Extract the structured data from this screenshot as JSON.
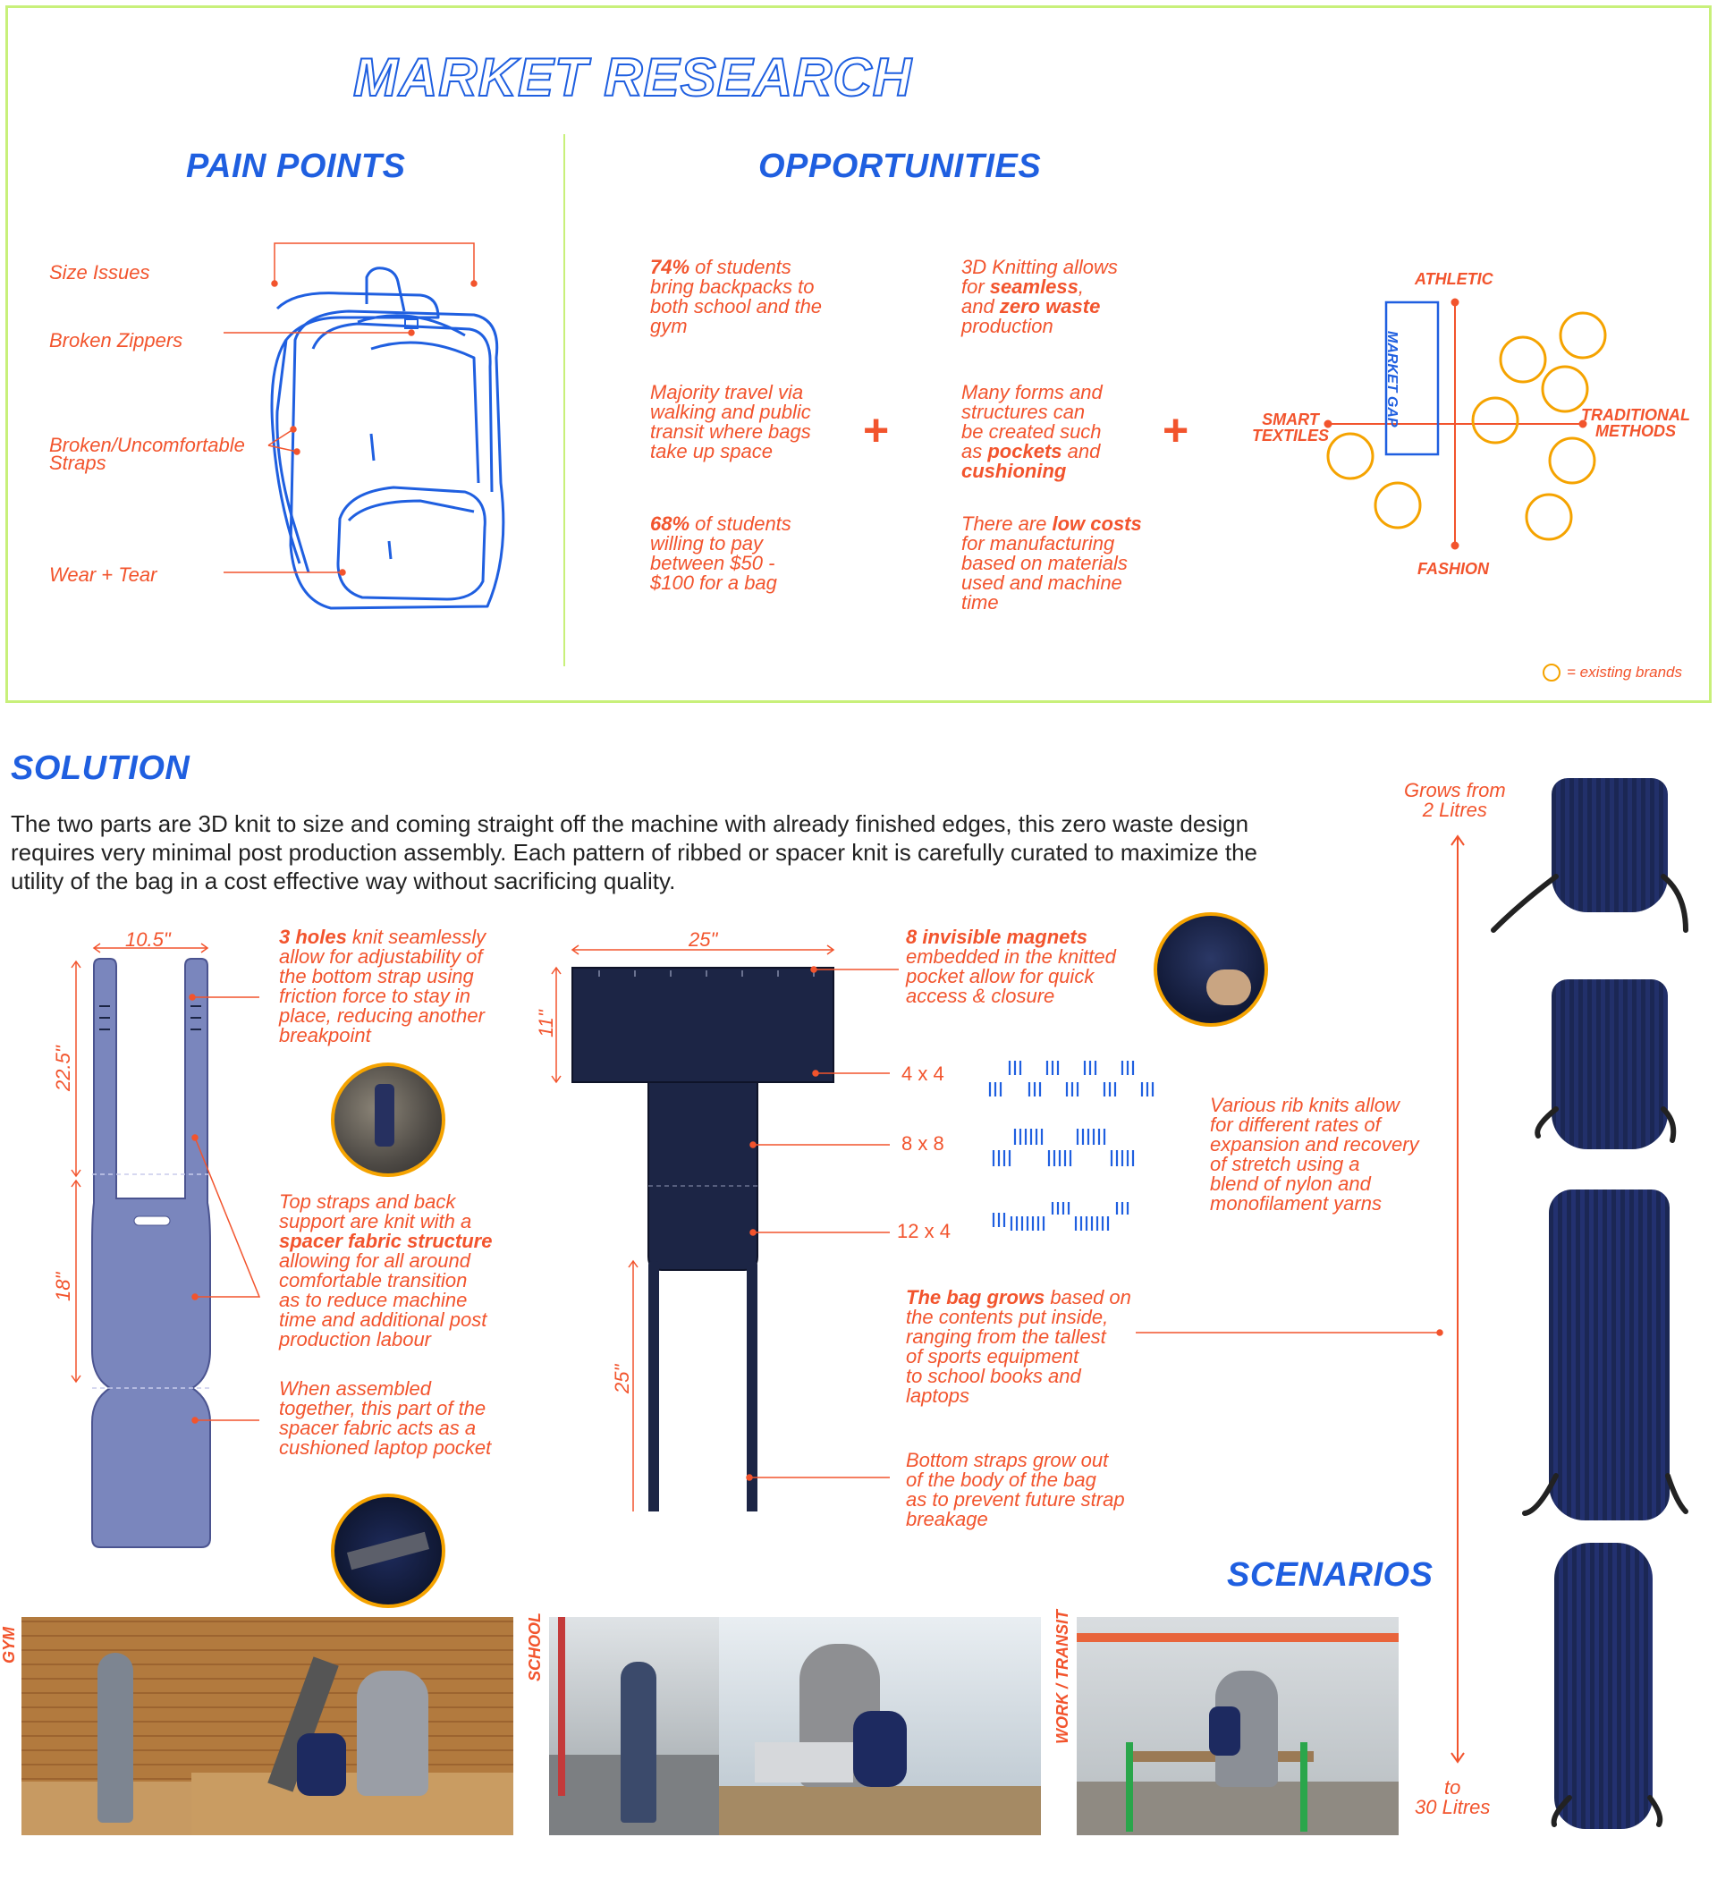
{
  "market_research": {
    "title": "MARKET RESEARCH",
    "pain_points": {
      "heading": "PAIN POINTS",
      "items": [
        "Size Issues",
        "Broken Zippers",
        "Broken/Uncomfortable",
        "Straps",
        "Wear + Tear"
      ]
    },
    "opportunities": {
      "heading": "OPPORTUNITIES",
      "col1": [
        {
          "strong": "74%",
          "rest": " of students",
          "l2": "bring backpacks to",
          "l3": "both school and the",
          "l4": "gym"
        },
        {
          "l1": "Majority travel via",
          "l2": "walking and public",
          "l3": "transit where bags",
          "l4": "take up space"
        },
        {
          "strong": "68%",
          "rest": " of students",
          "l2": "willing to pay",
          "l3": "between $50 -",
          "l4": "$100 for a bag"
        }
      ],
      "col2": [
        {
          "l1": "3D Knitting allows",
          "l2a": "for ",
          "l2b": "seamless",
          "l2c": ",",
          "l3a": "and ",
          "l3b": "zero waste",
          "l4": "production"
        },
        {
          "l1": "Many forms and",
          "l2": "structures can",
          "l3": "be created such",
          "l4a": "as ",
          "l4b": "pockets",
          "l4c": " and",
          "l5": "cushioning"
        },
        {
          "l1a": "There are ",
          "l1b": "low costs",
          "l2": "for manufacturing",
          "l3": "based on materials",
          "l4": "used and machine",
          "l5": "time"
        }
      ],
      "plus": "+"
    },
    "matrix": {
      "top": "ATHLETIC",
      "bottom": "FASHION",
      "left1": "SMART",
      "left2": "TEXTILES",
      "right1": "TRADITIONAL",
      "right2": "METHODS",
      "gap": "MARKET GAP",
      "legend": "= existing brands",
      "accent": "#F5A300"
    }
  },
  "solution": {
    "heading": "SOLUTION",
    "body": [
      "The two parts are 3D knit to size and coming straight off the machine with already finished edges, this zero waste design",
      "requires very minimal post production assembly. Each pattern of ribbed or spacer knit is carefully curated to maximize the",
      "utility of the bag in a cost effective way without sacrificing quality."
    ],
    "left_part": {
      "dim_width": "10.5\"",
      "dim_upper": "22.5\"",
      "dim_lower": "18\"",
      "note1": {
        "strong": "3 holes",
        "rest": " knit seamlessly",
        "l2": "allow for adjustability of",
        "l3": "the bottom strap using",
        "l4": "friction force to stay in",
        "l5": "place, reducing another",
        "l6": "breakpoint"
      },
      "note2": {
        "l1": "Top straps and back",
        "l2": "support are knit with a",
        "l3": "spacer fabric structure",
        "l4": "allowing for all around",
        "l5": "comfortable transition",
        "l6": "as to reduce machine",
        "l7": "time and additional post",
        "l8": "production labour"
      },
      "note3": {
        "l1": "When assembled",
        "l2": "together, this part of the",
        "l3": "spacer fabric acts as a",
        "l4": "cushioned laptop pocket"
      },
      "fill": "#7A86BD"
    },
    "right_part": {
      "dim_width": "25\"",
      "dim_height": "11\"",
      "dim_strap": "25\"",
      "note1": {
        "strong": "8 invisible magnets",
        "l2": "embedded in the knitted",
        "l3": "pocket allow for quick",
        "l4": "access & closure"
      },
      "ribs": [
        "4 x 4",
        "8 x 8",
        "12 x 4"
      ],
      "rib_note": [
        "Various rib knits allow",
        "for different rates of",
        "expansion and recovery",
        "of stretch using a",
        "blend of nylon and",
        "monofilament yarns"
      ],
      "grow_note": {
        "strong": "The bag grows",
        "rest": " based on",
        "l2": "the contents put inside,",
        "l3": "ranging from the tallest",
        "l4": "of sports equipment",
        "l5": "to school books and",
        "l6": "laptops"
      },
      "strap_note": [
        "Bottom straps grow out",
        "of the body of the bag",
        "as to prevent future strap",
        "breakage"
      ],
      "fill": "#1C2545"
    },
    "growth": {
      "from1": "Grows from",
      "from2": "2 Litres",
      "to1": "to",
      "to2": "30 Litres"
    }
  },
  "scenarios": {
    "heading": "SCENARIOS",
    "labels": [
      "GYM",
      "SCHOOL",
      "WORK / TRANSIT"
    ]
  }
}
